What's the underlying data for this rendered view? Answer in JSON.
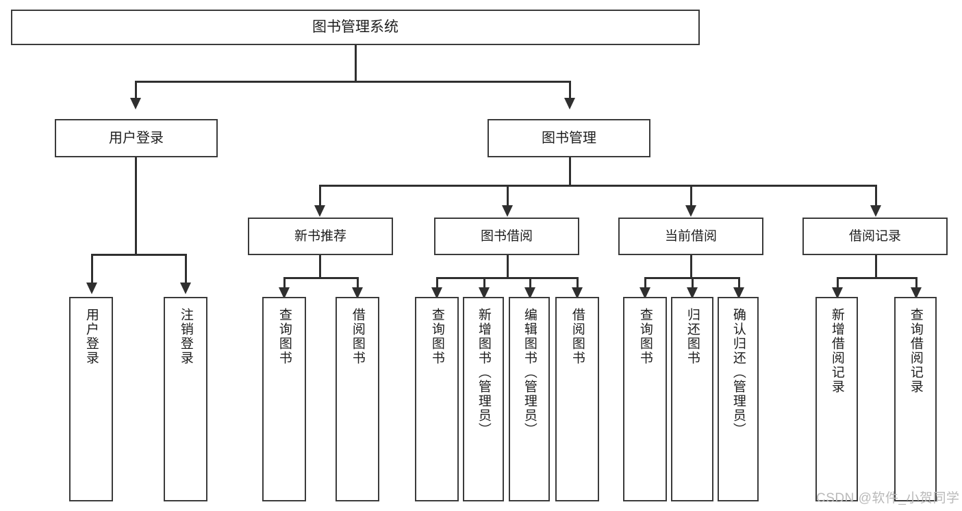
{
  "diagram": {
    "title": "图书管理系统",
    "root": {
      "label": "图书管理系统"
    },
    "level1": [
      {
        "label": "用户登录"
      },
      {
        "label": "图书管理"
      }
    ],
    "level2": [
      {
        "label": "新书推荐"
      },
      {
        "label": "图书借阅"
      },
      {
        "label": "当前借阅"
      },
      {
        "label": "借阅记录"
      }
    ],
    "leaves": {
      "user_login": [
        {
          "label": "用户登录"
        },
        {
          "label": "注销登录"
        }
      ],
      "new_book_recommend": [
        {
          "label": "查询图书"
        },
        {
          "label": "借阅图书"
        }
      ],
      "book_borrow": [
        {
          "label": "查询图书"
        },
        {
          "label": "新增图书（管理员）"
        },
        {
          "label": "编辑图书（管理员）"
        },
        {
          "label": "借阅图书"
        }
      ],
      "current_borrow": [
        {
          "label": "查询图书"
        },
        {
          "label": "归还图书"
        },
        {
          "label": "确认归还（管理员）"
        }
      ],
      "borrow_record": [
        {
          "label": "新增借阅记录"
        },
        {
          "label": "查询借阅记录"
        }
      ]
    }
  },
  "watermark": {
    "text": "CSDN @软件_小贺同学"
  },
  "colors": {
    "border": "#3a3a3a",
    "connector": "#2f2f2f",
    "text": "#1d1d1d",
    "watermark": "#b9b9b9",
    "background": "#ffffff"
  }
}
